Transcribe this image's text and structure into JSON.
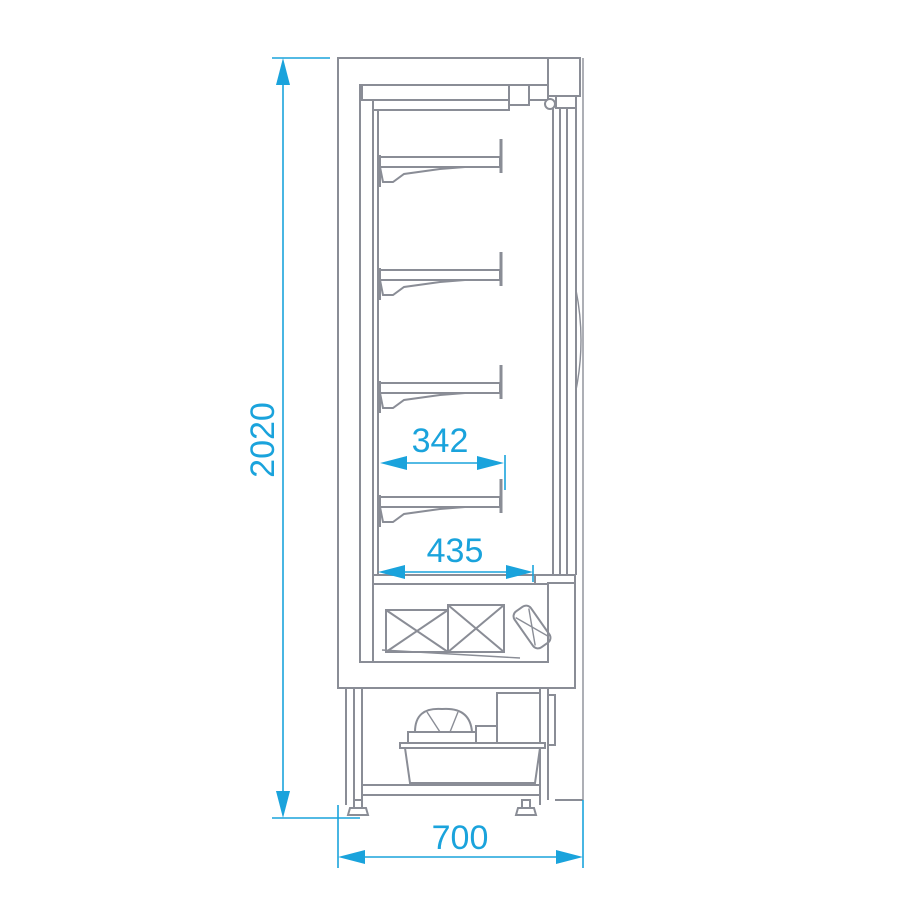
{
  "title": "Refrigerated display cabinet side section",
  "dimensions": {
    "height": "2020",
    "depth": "700",
    "shelf_depth": "342",
    "base_depth": "435"
  },
  "colors": {
    "dimension": "#1aa3dc",
    "drawing": "#8a8d96"
  }
}
